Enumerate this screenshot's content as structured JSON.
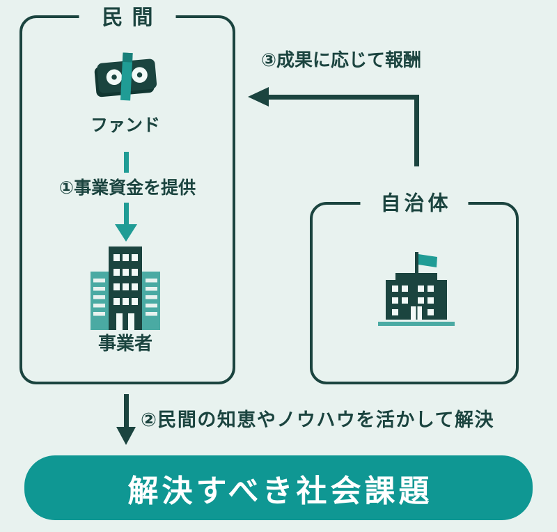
{
  "palette": {
    "background": "#e8f2ef",
    "dark": "#1b443f",
    "teal_accent": "#209c95",
    "teal_light": "#4aaaa3",
    "banner_teal": "#0f9793",
    "text_on_banner": "#ffffff"
  },
  "private_box": {
    "title": "民間",
    "fund_label": "ファンド",
    "business_label": "事業者"
  },
  "government_box": {
    "title": "自治体"
  },
  "arrows": {
    "step1_label": "①事業資金を提供",
    "step2_label": "②民間の知恵やノウハウを活かして解決",
    "step3_label": "③成果に応じて報酬"
  },
  "banner": {
    "label": "解決すべき社会課題"
  },
  "icons": {
    "fund": "money-stack-icon",
    "business": "office-building-icon",
    "government": "government-building-icon",
    "step1": "arrow-down-teal-icon",
    "step2": "arrow-down-icon",
    "step3": "arrow-left-icon"
  }
}
